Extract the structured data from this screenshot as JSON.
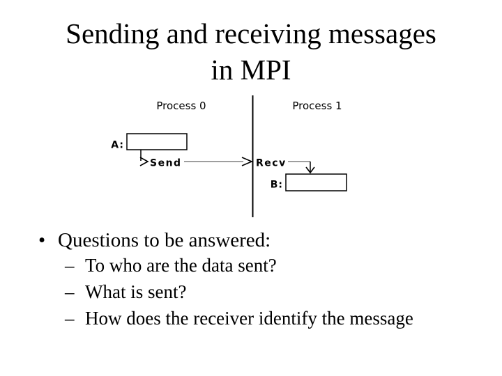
{
  "slide": {
    "title": {
      "line1": "Sending and receiving messages",
      "line2": "in MPI"
    },
    "diagram": {
      "process0_label": "Process 0",
      "process1_label": "Process 1",
      "buffer_a_label": "A:",
      "buffer_b_label": "B:",
      "send_label": "Send",
      "recv_label": "Recv",
      "connector_color": "#7f7f7f",
      "ink_color": "#000000"
    },
    "bullets": {
      "marker_level1": "•",
      "marker_level2": "–",
      "level1_text": "Questions to be answered:",
      "level2_items": [
        "To who are the data sent?",
        "What is sent?",
        "How does the receiver identify the message"
      ]
    }
  }
}
